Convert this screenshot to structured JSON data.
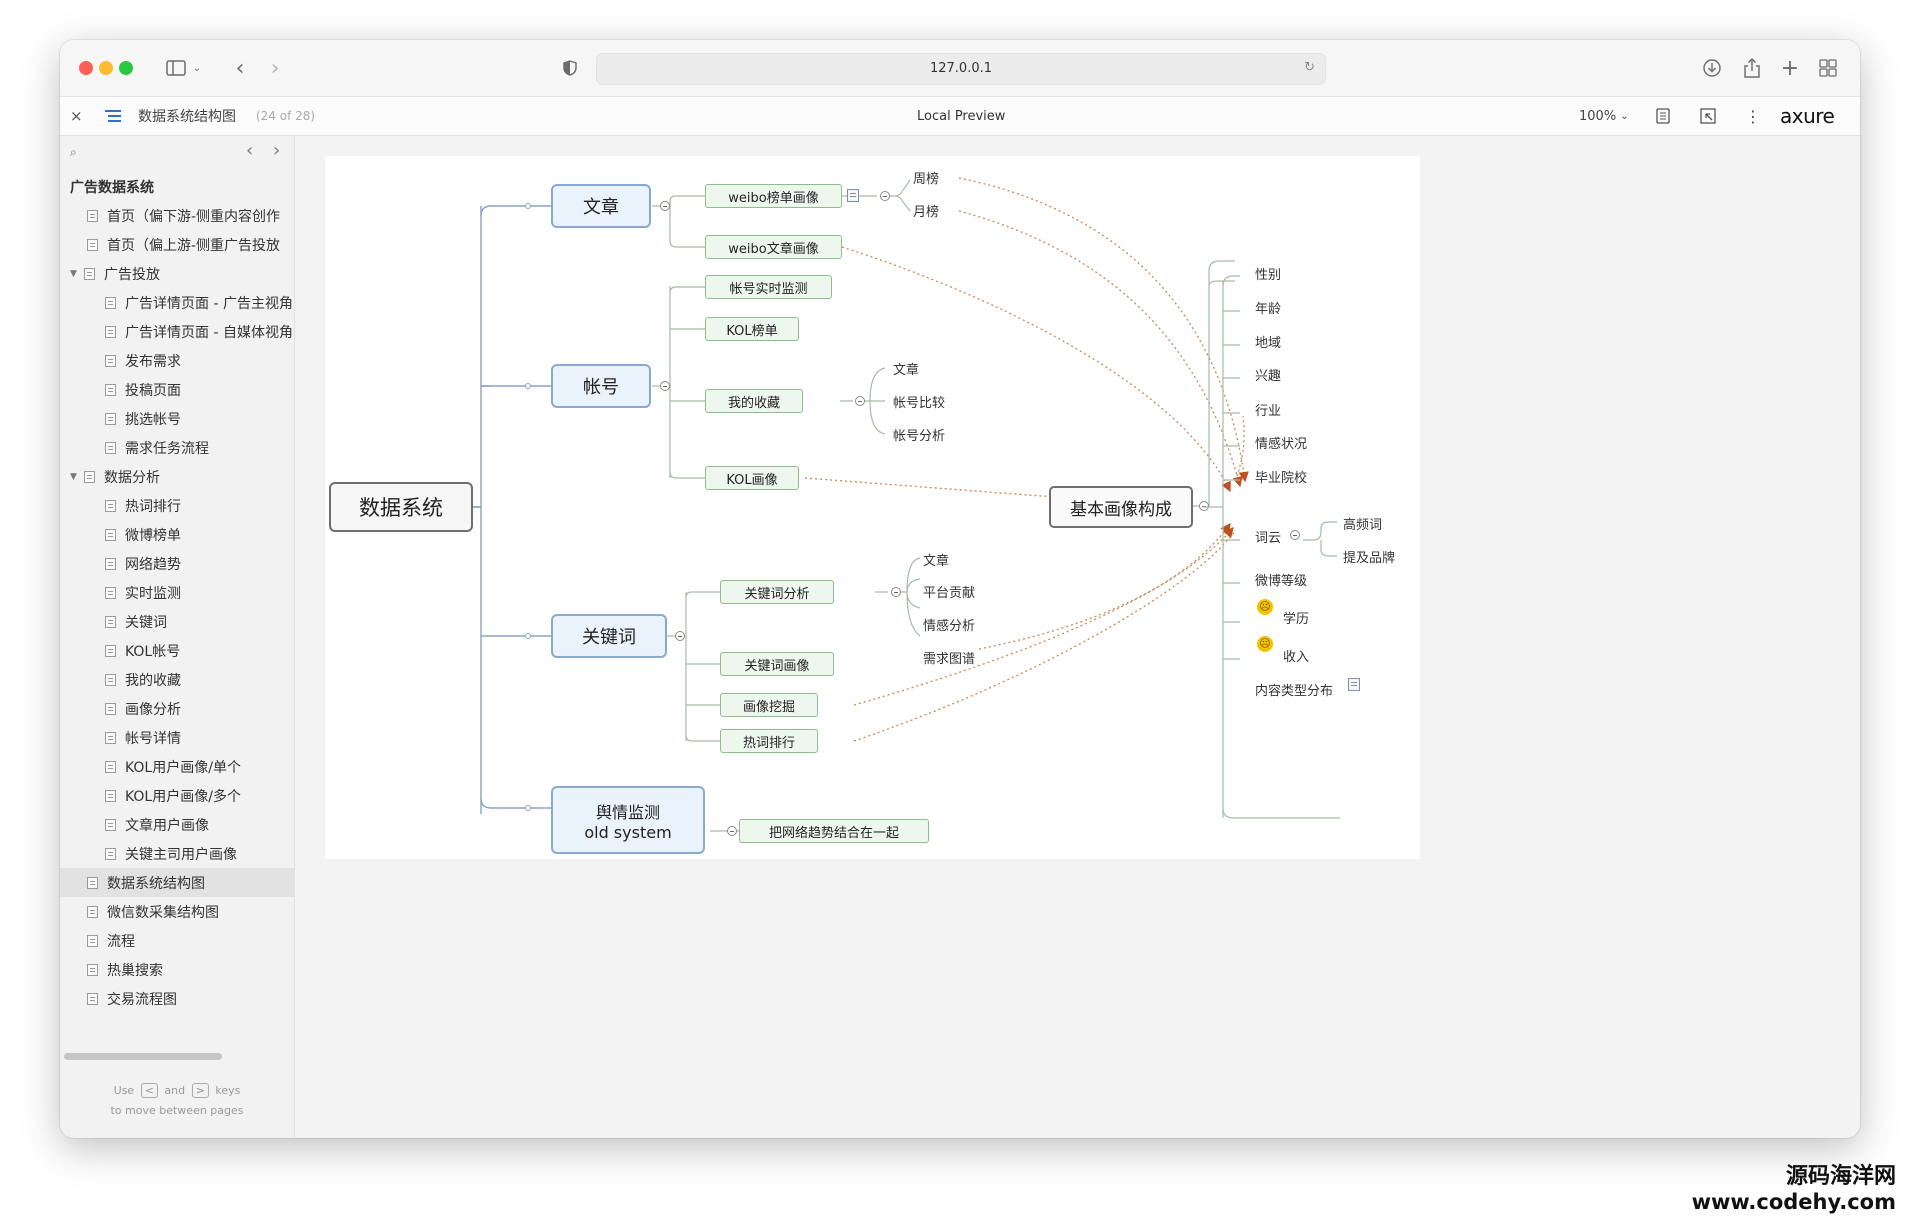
{
  "browser": {
    "url": "127.0.0.1"
  },
  "appbar": {
    "page_title": "数据系统结构图",
    "page_count": "(24 of 28)",
    "center_title": "Local Preview",
    "zoom": "100%",
    "logo": "axure"
  },
  "sidebar": {
    "section_title": "广告数据系统",
    "items": [
      {
        "label": "首页（偏下游-侧重内容创作"
      },
      {
        "label": "首页（偏上游-侧重广告投放"
      },
      {
        "label": "广告投放"
      },
      {
        "label": "广告详情页面 - 广告主视角"
      },
      {
        "label": "广告详情页面 - 自媒体视角"
      },
      {
        "label": "发布需求"
      },
      {
        "label": "投稿页面"
      },
      {
        "label": "挑选帐号"
      },
      {
        "label": "需求任务流程"
      },
      {
        "label": "数据分析"
      },
      {
        "label": "热词排行"
      },
      {
        "label": "微博榜单"
      },
      {
        "label": "网络趋势"
      },
      {
        "label": "实时监测"
      },
      {
        "label": "关键词"
      },
      {
        "label": "KOL帐号"
      },
      {
        "label": "我的收藏"
      },
      {
        "label": "画像分析"
      },
      {
        "label": "帐号详情"
      },
      {
        "label": "KOL用户画像/单个"
      },
      {
        "label": "KOL用户画像/多个"
      },
      {
        "label": "文章用户画像"
      },
      {
        "label": "关键主司用户画像"
      },
      {
        "label": "数据系统结构图"
      },
      {
        "label": "微信数采集结构图"
      },
      {
        "label": "流程"
      },
      {
        "label": "热巢搜索"
      },
      {
        "label": "交易流程图"
      }
    ],
    "hint_use": "Use",
    "hint_and": "and",
    "hint_keys": "keys",
    "hint_line2": "to move between pages",
    "key_left": "<",
    "key_right": ">"
  },
  "mindmap": {
    "root": "数据系统",
    "article": {
      "title": "文章",
      "subs": [
        "weibo榜单画像",
        "weibo文章画像"
      ],
      "leaves": [
        "周榜",
        "月榜"
      ]
    },
    "account": {
      "title": "帐号",
      "subs": [
        "帐号实时监测",
        "KOL榜单",
        "我的收藏",
        "KOL画像"
      ],
      "leaves": [
        "文章",
        "帐号比较",
        "帐号分析"
      ]
    },
    "keyword": {
      "title": "关键词",
      "subs": [
        "关键词分析",
        "关键词画像",
        "画像挖掘",
        "热词排行"
      ],
      "leaves": [
        "文章",
        "平台贡献",
        "情感分析",
        "需求图谱"
      ]
    },
    "sentiment": {
      "title_line1": "舆情监测",
      "title_line2": "old system",
      "sub": "把网络趋势结合在一起"
    },
    "core": {
      "title": "基本画像构成",
      "items": [
        "性别",
        "年龄",
        "地域",
        "兴趣",
        "行业",
        "情感状况",
        "毕业院校",
        "词云",
        "微博等级",
        "学历",
        "收入",
        "内容类型分布"
      ],
      "wordcloud": [
        "高频词",
        "提及品牌"
      ]
    }
  },
  "watermark": {
    "line1": "源码海洋网",
    "line2": "www.codehy.com"
  },
  "colors": {
    "link_line": "#c9875a",
    "arrow": "#c0501f",
    "main_border": "#8aa9cf",
    "sub_border": "#8cbf8c"
  }
}
